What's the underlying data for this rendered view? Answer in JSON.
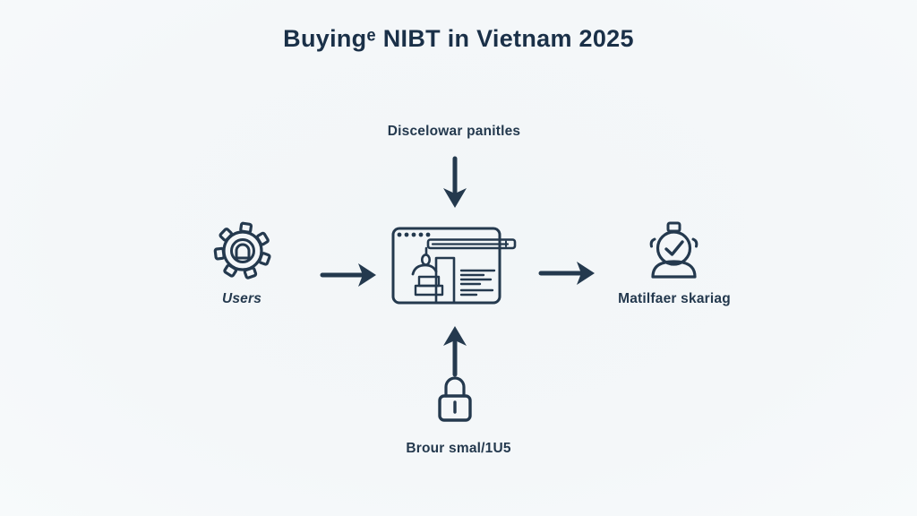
{
  "colors": {
    "background": "#f3f6f8",
    "ink": "#24394e",
    "title_ink": "#1a3048"
  },
  "title": "Buyingᵉ NIBT in Vietnam 2025",
  "diagram": {
    "top": {
      "label": "Discelowar panitles",
      "icon": "arrow-down-icon"
    },
    "left": {
      "label": "Users",
      "icon": "gear-user-icon"
    },
    "center": {
      "icon": "browser-window-icon"
    },
    "right": {
      "label": "Matilfaer skariag",
      "icon": "person-check-icon"
    },
    "bottom": {
      "label": "Brour smal/1U5",
      "icon": "padlock-icon"
    }
  }
}
